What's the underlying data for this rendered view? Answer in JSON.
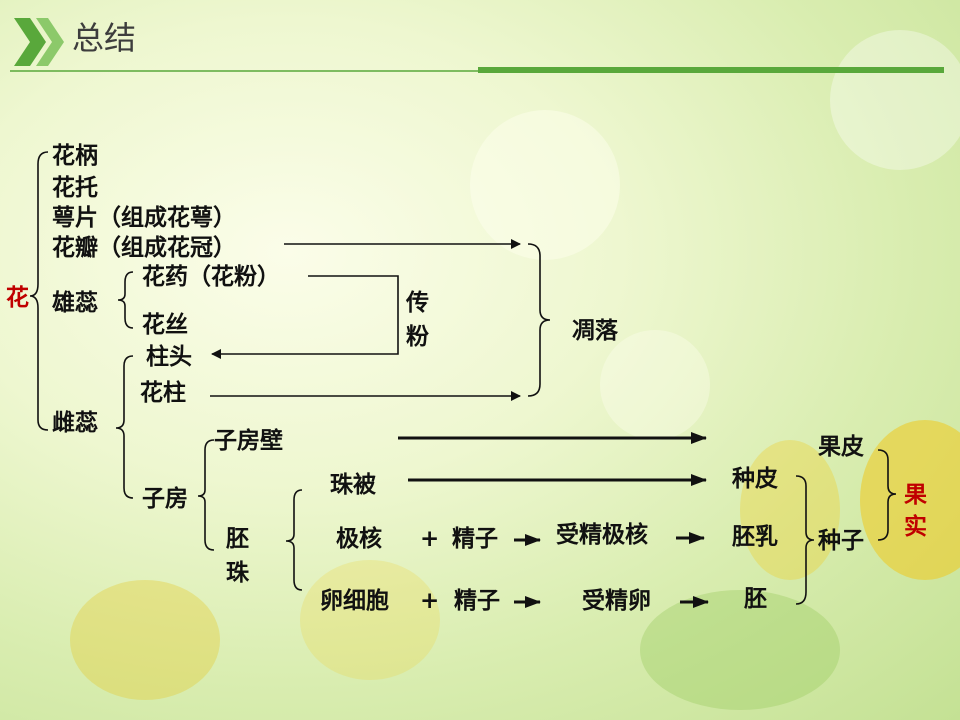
{
  "title": "总结",
  "colors": {
    "accent": "#59a83b",
    "highlight": "#c00000"
  },
  "nodes": {
    "hua": "花",
    "huabing": "花柄",
    "huatuo": "花托",
    "epian": "萼片（组成花萼）",
    "huaban": "花瓣（组成花冠）",
    "xiongrui": "雄蕊",
    "huayao": "花药（花粉）",
    "huasi": "花丝",
    "chuan": "传",
    "fen": "粉",
    "zhutou": "柱头",
    "huazhu": "花柱",
    "ciRui": "雌蕊",
    "diaoluo": "凋落",
    "zifang": "子房",
    "zifangbi": "子房壁",
    "pei1": "胚",
    "zhu": "珠",
    "zhubei": "珠被",
    "jihe": "极核",
    "luanxibao": "卵细胞",
    "plus1": "+",
    "plus2": "+",
    "jingzi1": "精子",
    "jingzi2": "精子",
    "shoujingjihe": "受精极核",
    "shoujingluan": "受精卵",
    "guopi": "果皮",
    "zhongpi": "种皮",
    "peiru": "胚乳",
    "pei2": "胚",
    "zhongzi": "种子",
    "guo": "果",
    "shi": "实"
  }
}
